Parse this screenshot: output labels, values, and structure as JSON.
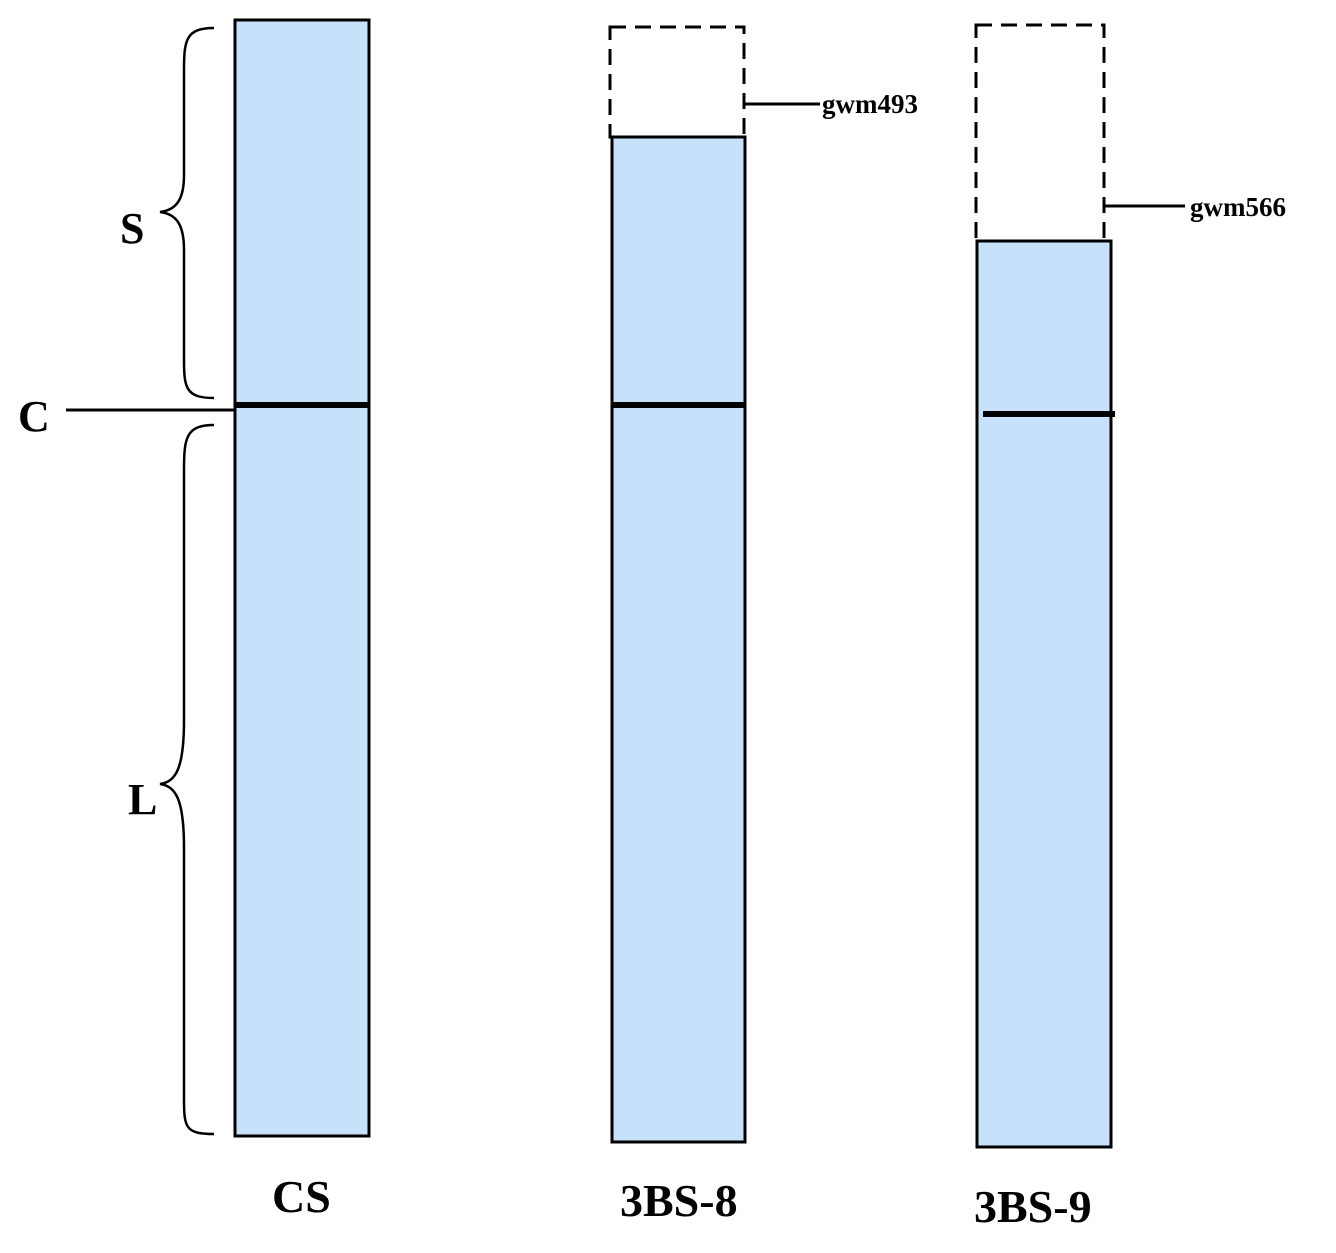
{
  "arm_labels": {
    "short": "S",
    "centromere": "C",
    "long": "L"
  },
  "chromosomes": [
    {
      "label": "CS",
      "deleted_segment": false,
      "marker": ""
    },
    {
      "label": "3BS-8",
      "deleted_segment": true,
      "marker": "gwm493"
    },
    {
      "label": "3BS-9",
      "deleted_segment": true,
      "marker": "gwm566"
    }
  ],
  "colors": {
    "chromosome_fill": "#c7e1fa",
    "outline": "#000000"
  }
}
